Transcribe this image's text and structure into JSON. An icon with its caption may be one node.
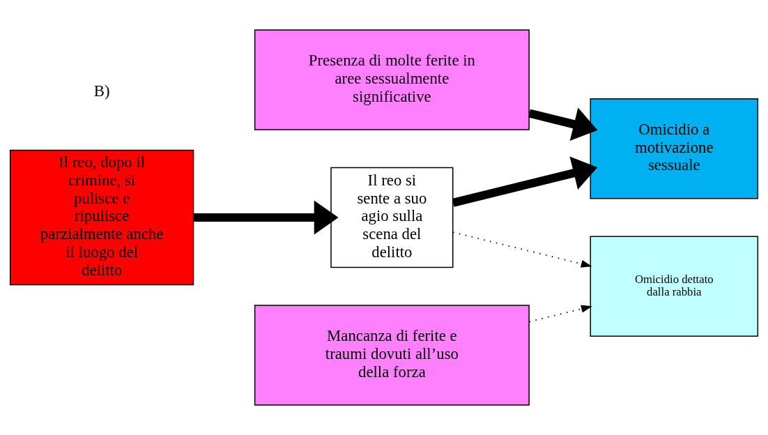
{
  "diagram": {
    "nodes": [
      {
        "text": [
          "Presenza di molte ferite in aree sessualmente significative"
        ]
      },
      {
        "text": [
          "Il reo, dopo il crimine, si pulisce e ripulisce parzialmente anche il luogo del delitto"
        ]
      },
      {
        "text": [
          "Il reo si sente a suo agio sulla scena del delitto"
        ]
      },
      {
        "text": [
          "Omicidio a motivazione sessuale"
        ]
      },
      {
        "text": [
          "Omicidio dettato dalla rabbia"
        ]
      },
      {
        "text": [
          "Mancanza di ferite e traumi dovuti all’uso della forza"
        ]
      }
    ],
    "edges": [
      {
        "from": 1,
        "to": 2,
        "arrow": "to"
      },
      {
        "from": 0,
        "to": 3,
        "arrow": "to"
      },
      {
        "from": 2,
        "to": 3,
        "arrow": "to"
      },
      {
        "from": 2,
        "to": 4,
        "arrow": "to",
        "style": "dashed"
      },
      {
        "from": 5,
        "to": 4,
        "arrow": "to",
        "style": "dashed"
      }
    ],
    "labels": [
      "B)"
    ]
  }
}
